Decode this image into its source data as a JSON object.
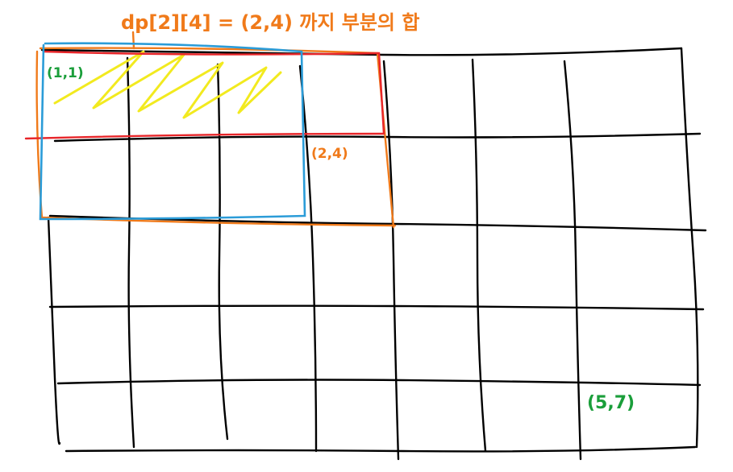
{
  "annotations": {
    "title": "dp[2][4] = (2,4) 까지 부분의 합",
    "start_label": "(1,1)",
    "target_label": "(2,4)",
    "corner_label": "(5,7)"
  },
  "grid": {
    "rows": 5,
    "cols": 7
  },
  "colors": {
    "grid_line": "#000000",
    "orange": "#f07a1a",
    "red": "#e8262a",
    "blue": "#2b9cd8",
    "yellow": "#f2ea1f",
    "green": "#1a9e3a"
  },
  "highlights": {
    "sum_region": {
      "from": [
        1,
        1
      ],
      "to": [
        2,
        4
      ],
      "color": "orange"
    },
    "row_region": {
      "from": [
        1,
        1
      ],
      "to": [
        1,
        4
      ],
      "color": "red"
    },
    "prev_region": {
      "from": [
        1,
        1
      ],
      "to": [
        2,
        3
      ],
      "color": "blue"
    },
    "shaded_region": {
      "from": [
        1,
        1
      ],
      "to": [
        1,
        3
      ],
      "color": "yellow"
    }
  }
}
